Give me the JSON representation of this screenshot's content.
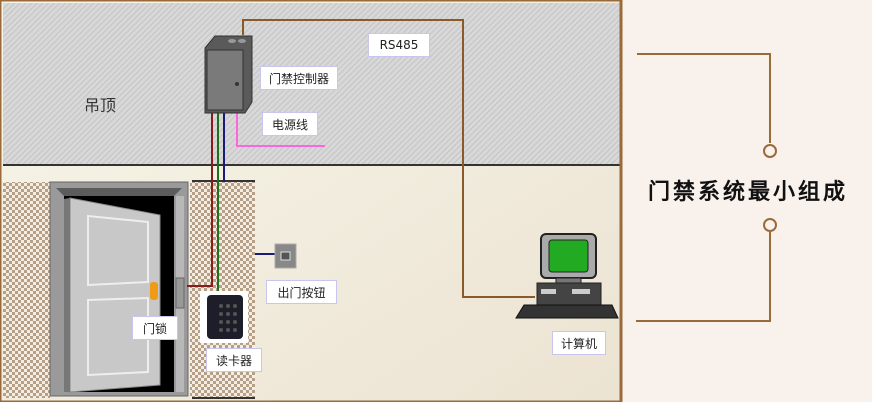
{
  "diagram": {
    "ceiling_label": "吊顶",
    "labels": {
      "rs485": "RS485",
      "controller": "门禁控制器",
      "power_line": "电源线",
      "exit_button": "出门按钮",
      "door_lock": "门锁",
      "card_reader": "读卡器",
      "computer": "计算机"
    },
    "colors": {
      "frame": "#9a6a3a",
      "rs485_line": "#8b5a2b",
      "power_line": "#ff66dd",
      "lock_wire": "#8b1a1a",
      "reader_wire": "#1f6f1f",
      "button_wire": "#1a1a7a",
      "screen": "#22aa22"
    }
  },
  "side": {
    "title": "门禁系统最小组成"
  }
}
